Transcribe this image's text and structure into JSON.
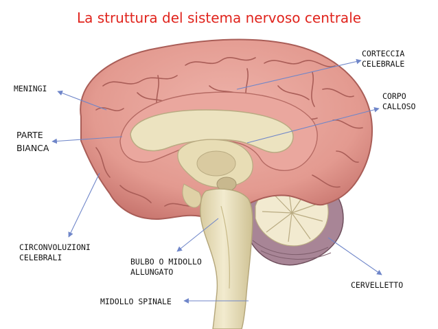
{
  "title": "La struttura del sistema nervoso centrale",
  "labels": {
    "corteccia": [
      "CORTECCIA",
      "CELEBRALE"
    ],
    "corpo_calloso": [
      "CORPO",
      "CALLOSO"
    ],
    "meningi": "MENINGI",
    "parte_bianca": [
      "PARTE",
      "BIANCA"
    ],
    "circonvoluzioni": [
      "CIRCONVOLUZIONI",
      "CELEBRALI"
    ],
    "bulbo": [
      "BULBO O MIDOLLO",
      "ALLUNGATO"
    ],
    "cervelletto": "CERVELLETTO",
    "midollo_spinale": "MIDOLLO SPINALE"
  },
  "colors": {
    "title": "#e0231c",
    "cortex": "#e3a097",
    "cortex_dark": "#a95d57",
    "white_matter": "#ece3c0",
    "cerebellum": "#a88596",
    "arrow": "#6f86c9"
  }
}
